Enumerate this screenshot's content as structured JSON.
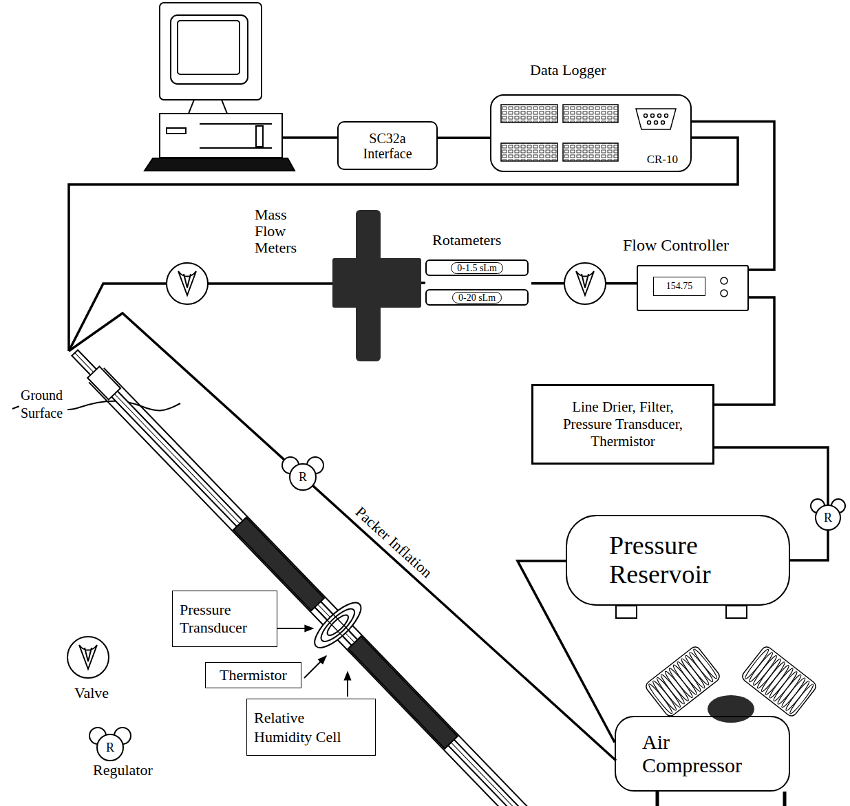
{
  "diagram": {
    "nodes": [
      {
        "text": [
          "SC32a Interface"
        ]
      },
      {
        "text": [
          "Data Logger",
          "CR-10"
        ]
      },
      {
        "text": [
          "Mass Flow Meters"
        ]
      },
      {
        "text": [
          "Rotameters",
          "0-1.5 sLm",
          "0-20 sLm"
        ]
      },
      {
        "text": [
          "Flow Controller",
          "154.75"
        ]
      },
      {
        "text": [
          "Line Drier, Filter, Pressure Transducer, Thermistor"
        ]
      },
      {
        "text": [
          "Pressure Reservoir"
        ]
      },
      {
        "text": [
          "Pressure Transducer"
        ]
      },
      {
        "text": [
          "Thermistor"
        ]
      },
      {
        "text": [
          "Relative Humidity Cell"
        ]
      },
      {
        "text": [
          "Air Compressor"
        ]
      }
    ],
    "edges": [
      {
        "from": 0,
        "to": 1,
        "arrow": "none"
      },
      {
        "from": 1,
        "to": 4,
        "arrow": "none"
      },
      {
        "from": 4,
        "to": 3,
        "arrow": "none"
      },
      {
        "from": 3,
        "to": 2,
        "arrow": "none"
      },
      {
        "from": 4,
        "to": 5,
        "arrow": "none"
      },
      {
        "from": 6,
        "to": 5,
        "arrow": "none"
      },
      {
        "from": 10,
        "to": 6,
        "arrow": "none"
      }
    ],
    "labels": [
      "Ground Surface",
      "Packer Inflation",
      "R",
      "R",
      "R"
    ],
    "legend": [
      {
        "text": "Valve"
      },
      {
        "text": "Regulator"
      }
    ]
  }
}
